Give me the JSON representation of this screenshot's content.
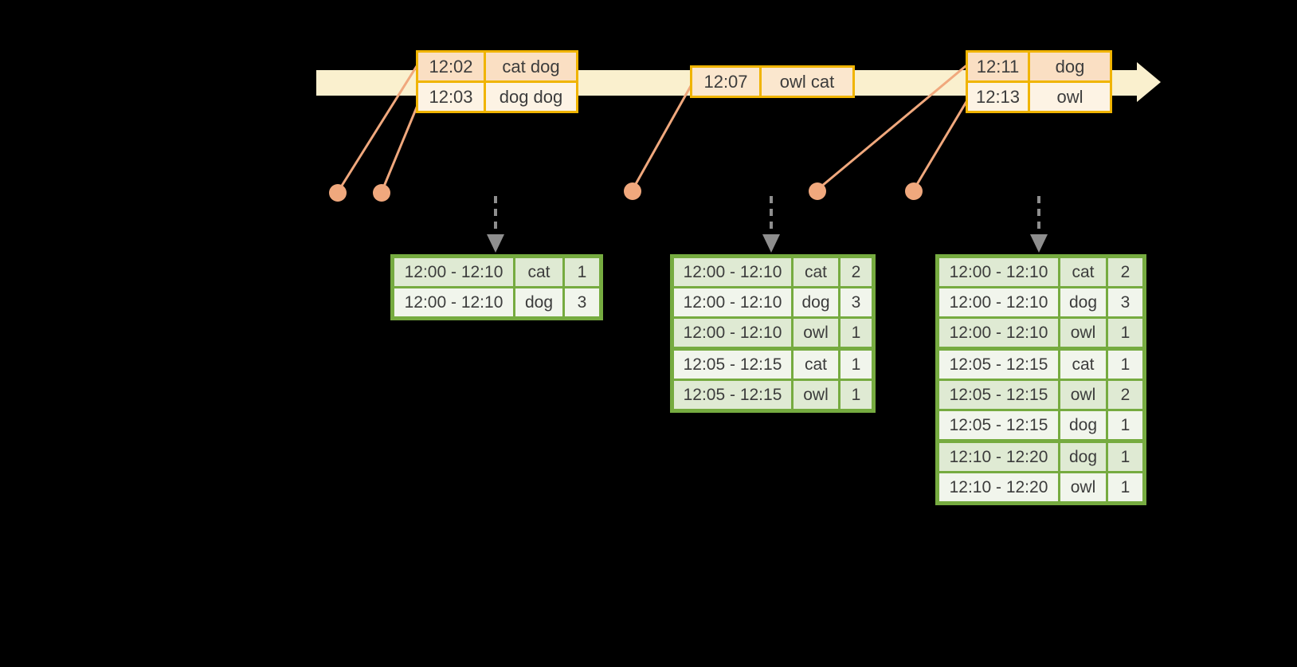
{
  "colors": {
    "background": "#000000",
    "timeline_band": "#FAF0CE",
    "event_table_border": "#F0B400",
    "event_row_dark": "#FADFC3",
    "event_row_light": "#FDF3E4",
    "event_row_mid": "#FBE7CE",
    "connector": "#F0A87D",
    "result_table_border": "#76AB40",
    "result_row_dark": "#DFEAD3",
    "result_row_light": "#F1F5EC",
    "trigger_arrow": "#8E8E8E",
    "text": "#3C3C3C"
  },
  "event_tables": [
    {
      "id": "events-batch-1",
      "rows": [
        {
          "time": "12:02",
          "words": "cat dog"
        },
        {
          "time": "12:03",
          "words": "dog dog"
        }
      ]
    },
    {
      "id": "events-batch-2",
      "rows": [
        {
          "time": "12:07",
          "words": "owl cat"
        }
      ]
    },
    {
      "id": "events-batch-3",
      "rows": [
        {
          "time": "12:11",
          "words": "dog"
        },
        {
          "time": "12:13",
          "words": "owl"
        }
      ]
    }
  ],
  "result_tables": [
    {
      "id": "result-table-1",
      "rows": [
        {
          "window": "12:00 - 12:10",
          "word": "cat",
          "count": "1"
        },
        {
          "window": "12:00 - 12:10",
          "word": "dog",
          "count": "3"
        }
      ]
    },
    {
      "id": "result-table-2",
      "rows": [
        {
          "window": "12:00 - 12:10",
          "word": "cat",
          "count": "2"
        },
        {
          "window": "12:00 - 12:10",
          "word": "dog",
          "count": "3"
        },
        {
          "window": "12:00 - 12:10",
          "word": "owl",
          "count": "1"
        },
        {
          "window": "12:05 - 12:15",
          "word": "cat",
          "count": "1"
        },
        {
          "window": "12:05 - 12:15",
          "word": "owl",
          "count": "1"
        }
      ]
    },
    {
      "id": "result-table-3",
      "rows": [
        {
          "window": "12:00 - 12:10",
          "word": "cat",
          "count": "2"
        },
        {
          "window": "12:00 - 12:10",
          "word": "dog",
          "count": "3"
        },
        {
          "window": "12:00 - 12:10",
          "word": "owl",
          "count": "1"
        },
        {
          "window": "12:05 - 12:15",
          "word": "cat",
          "count": "1"
        },
        {
          "window": "12:05 - 12:15",
          "word": "owl",
          "count": "2"
        },
        {
          "window": "12:05 - 12:15",
          "word": "dog",
          "count": "1"
        },
        {
          "window": "12:10 - 12:20",
          "word": "dog",
          "count": "1"
        },
        {
          "window": "12:10 - 12:20",
          "word": "owl",
          "count": "1"
        }
      ]
    }
  ]
}
